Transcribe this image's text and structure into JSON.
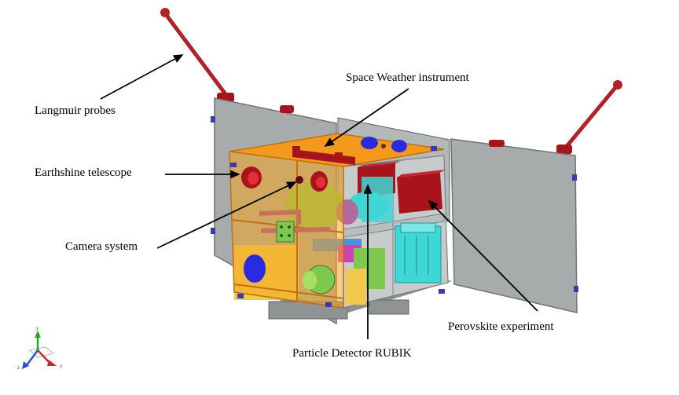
{
  "labels": {
    "langmuir": "Langmuir probes",
    "space_weather": "Space Weather instrument",
    "earthshine": "Earthshine telescope",
    "camera": "Camera system",
    "perovskite": "Perovskite experiment",
    "rubik": "Particle Detector RUBIK"
  },
  "axes": {
    "x": "x",
    "y": "y",
    "z": "z"
  },
  "colors": {
    "panel": "#a7abab",
    "panel_edge": "#6f7474",
    "body_orange": "#f5a623",
    "top_orange": "#f39a1e",
    "dark_red": "#a8141c",
    "probe_red": "#b0222a",
    "cyan": "#3fd6d6",
    "green": "#7ec850",
    "yellow": "#f2c94c",
    "blue": "#2a2ae0",
    "axis_y": "#2aa02a",
    "axis_x": "#c0302a",
    "axis_z": "#2a4fd0"
  }
}
